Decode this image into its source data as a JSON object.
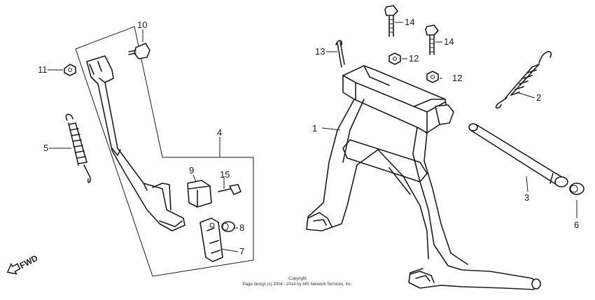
{
  "diagram": {
    "callouts": [
      {
        "id": "c1",
        "number": "1"
      },
      {
        "id": "c2",
        "number": "2"
      },
      {
        "id": "c3",
        "number": "3"
      },
      {
        "id": "c4",
        "number": "4"
      },
      {
        "id": "c5",
        "number": "5"
      },
      {
        "id": "c6",
        "number": "6"
      },
      {
        "id": "c7",
        "number": "7"
      },
      {
        "id": "c8",
        "number": "8"
      },
      {
        "id": "c9",
        "number": "9"
      },
      {
        "id": "c10",
        "number": "10"
      },
      {
        "id": "c11",
        "number": "11"
      },
      {
        "id": "c12a",
        "number": "12"
      },
      {
        "id": "c12b",
        "number": "12"
      },
      {
        "id": "c13",
        "number": "13"
      },
      {
        "id": "c14a",
        "number": "14"
      },
      {
        "id": "c14b",
        "number": "14"
      },
      {
        "id": "c15",
        "number": "15"
      }
    ],
    "direction_indicator": "FWD",
    "copyright_line1": "Copyright",
    "copyright_line2": "Page design (c) 2004 - 2014 by ARI Network Services, Inc."
  }
}
